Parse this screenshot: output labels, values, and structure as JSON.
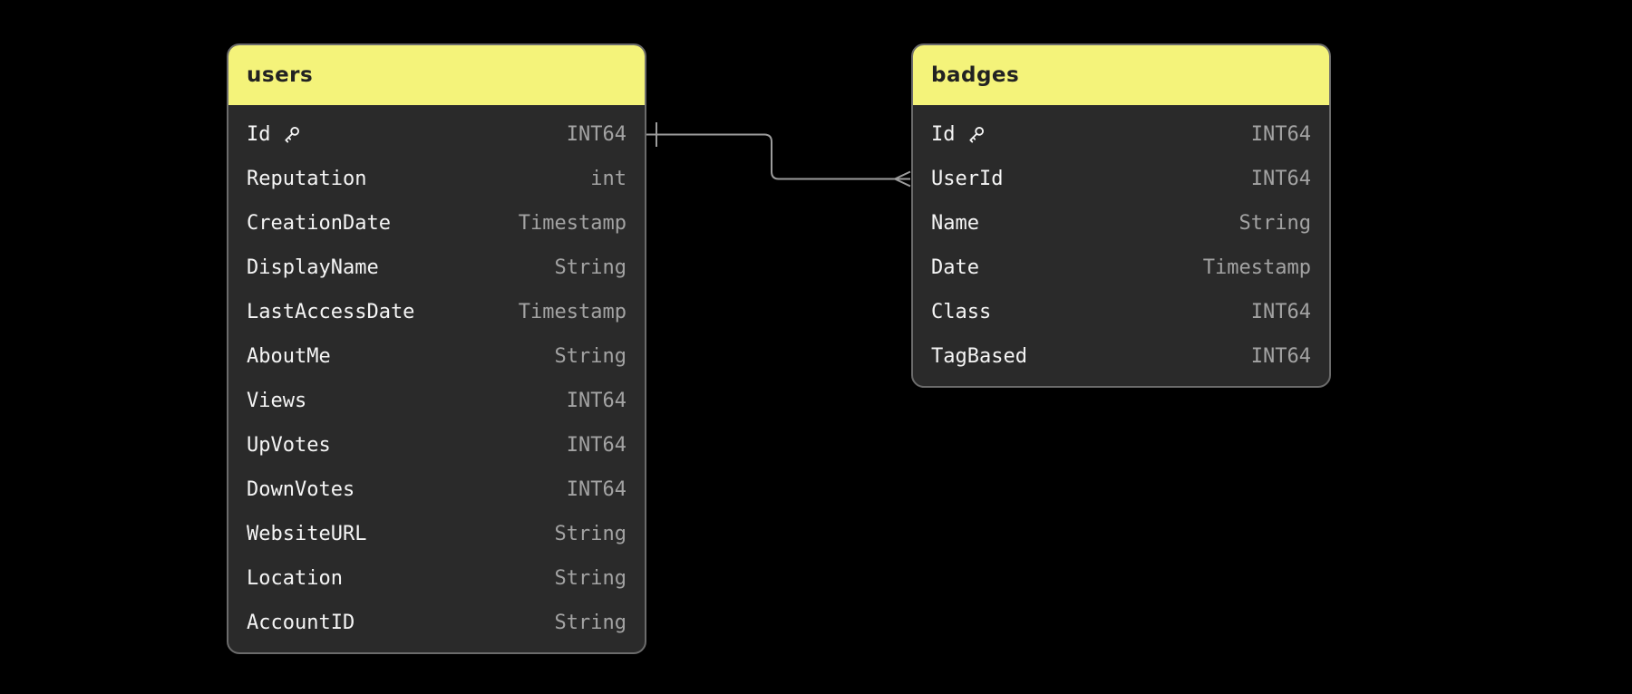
{
  "colors": {
    "canvas_bg": "#000000",
    "header_bg": "#f4f37a",
    "header_text": "#222222",
    "body_bg": "#2a2a2a",
    "field_text": "#f5f5f5",
    "type_text": "#a3a3a3",
    "table_border": "#6b6b6b",
    "connector": "#9c9c9c"
  },
  "tables": [
    {
      "title": "users",
      "fields": [
        {
          "name": "Id",
          "type": "INT64",
          "primary_key": true
        },
        {
          "name": "Reputation",
          "type": "int"
        },
        {
          "name": "CreationDate",
          "type": "Timestamp"
        },
        {
          "name": "DisplayName",
          "type": "String"
        },
        {
          "name": "LastAccessDate",
          "type": "Timestamp"
        },
        {
          "name": "AboutMe",
          "type": "String"
        },
        {
          "name": "Views",
          "type": "INT64"
        },
        {
          "name": "UpVotes",
          "type": "INT64"
        },
        {
          "name": "DownVotes",
          "type": "INT64"
        },
        {
          "name": "WebsiteURL",
          "type": "String"
        },
        {
          "name": "Location",
          "type": "String"
        },
        {
          "name": "AccountID",
          "type": "String"
        }
      ]
    },
    {
      "title": "badges",
      "fields": [
        {
          "name": "Id",
          "type": "INT64",
          "primary_key": true
        },
        {
          "name": "UserId",
          "type": "INT64"
        },
        {
          "name": "Name",
          "type": "String"
        },
        {
          "name": "Date",
          "type": "Timestamp"
        },
        {
          "name": "Class",
          "type": "INT64"
        },
        {
          "name": "TagBased",
          "type": "INT64"
        }
      ]
    }
  ],
  "relationship": {
    "from_table": "users",
    "from_field": "Id",
    "to_table": "badges",
    "to_field": "UserId",
    "from_cardinality": "one",
    "to_cardinality": "many"
  }
}
